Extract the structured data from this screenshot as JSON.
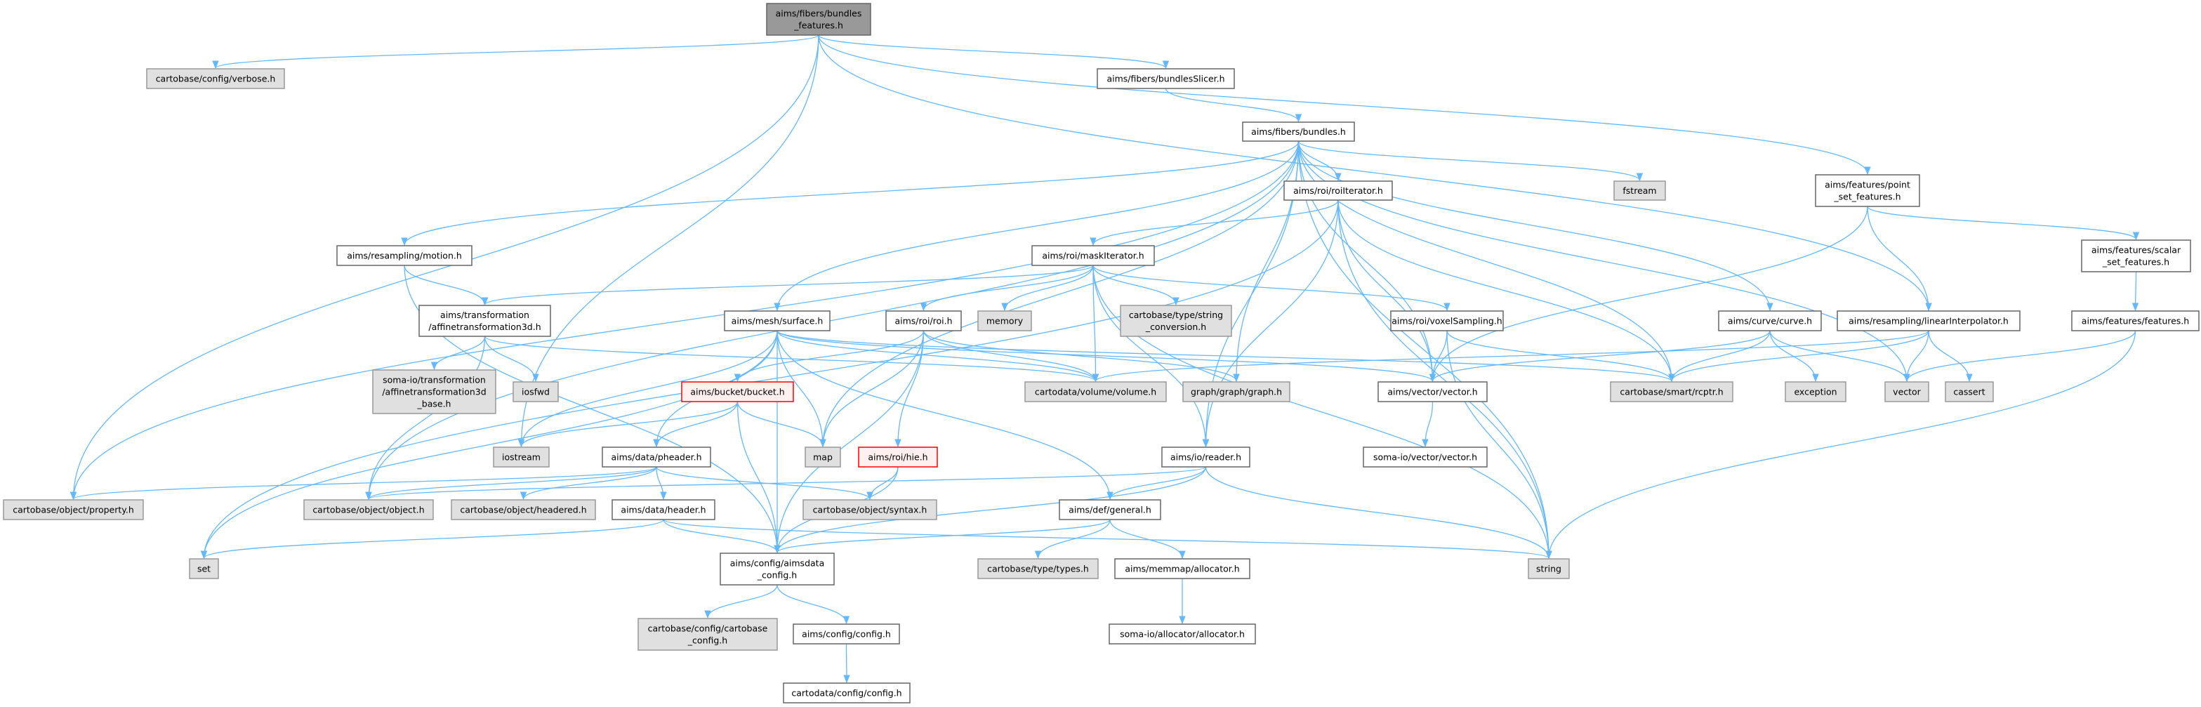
{
  "graph": {
    "type": "include-dependency-graph",
    "colors": {
      "edge": "#63b8ff",
      "root_fill": "#999999",
      "external_fill": "#e0e0e0",
      "normal_fill": "#ffffff",
      "red_border": "#ff0000",
      "red_fill": "#fff0f0"
    },
    "nodes": [
      {
        "id": "root",
        "kind": "root",
        "lines": [
          "aims/fibers/bundles",
          "_features.h"
        ]
      },
      {
        "id": "verbose",
        "kind": "external",
        "lines": [
          "cartobase/config/verbose.h"
        ]
      },
      {
        "id": "slicer",
        "kind": "normal",
        "lines": [
          "aims/fibers/bundlesSlicer.h"
        ]
      },
      {
        "id": "bundles",
        "kind": "normal",
        "lines": [
          "aims/fibers/bundles.h"
        ]
      },
      {
        "id": "roiIt",
        "kind": "normal",
        "lines": [
          "aims/roi/roiIterator.h"
        ]
      },
      {
        "id": "fstream",
        "kind": "external",
        "lines": [
          "fstream"
        ]
      },
      {
        "id": "pointset",
        "kind": "normal",
        "lines": [
          "aims/features/point",
          "_set_features.h"
        ]
      },
      {
        "id": "maskIt",
        "kind": "normal",
        "lines": [
          "aims/roi/maskIterator.h"
        ]
      },
      {
        "id": "motion",
        "kind": "normal",
        "lines": [
          "aims/resampling/motion.h"
        ]
      },
      {
        "id": "scalar",
        "kind": "normal",
        "lines": [
          "aims/features/scalar",
          "_set_features.h"
        ]
      },
      {
        "id": "affine",
        "kind": "normal",
        "lines": [
          "aims/transformation",
          "/affinetransformation3d.h"
        ]
      },
      {
        "id": "surface",
        "kind": "normal",
        "lines": [
          "aims/mesh/surface.h"
        ]
      },
      {
        "id": "roi",
        "kind": "normal",
        "lines": [
          "aims/roi/roi.h"
        ]
      },
      {
        "id": "memory",
        "kind": "external",
        "lines": [
          "memory"
        ]
      },
      {
        "id": "strconv",
        "kind": "external",
        "lines": [
          "cartobase/type/string",
          "_conversion.h"
        ]
      },
      {
        "id": "voxel",
        "kind": "normal",
        "lines": [
          "aims/roi/voxelSampling.h"
        ]
      },
      {
        "id": "curve",
        "kind": "normal",
        "lines": [
          "aims/curve/curve.h"
        ]
      },
      {
        "id": "linint",
        "kind": "normal",
        "lines": [
          "aims/resampling/linearInterpolator.h"
        ]
      },
      {
        "id": "features",
        "kind": "normal",
        "lines": [
          "aims/features/features.h"
        ]
      },
      {
        "id": "affbase",
        "kind": "external",
        "lines": [
          "soma-io/transformation",
          "/affinetransformation3d",
          "_base.h"
        ]
      },
      {
        "id": "iosfwd",
        "kind": "external",
        "lines": [
          "iosfwd"
        ]
      },
      {
        "id": "bucket",
        "kind": "red",
        "lines": [
          "aims/bucket/bucket.h"
        ]
      },
      {
        "id": "volume",
        "kind": "external",
        "lines": [
          "cartodata/volume/volume.h"
        ]
      },
      {
        "id": "graph",
        "kind": "external",
        "lines": [
          "graph/graph/graph.h"
        ]
      },
      {
        "id": "avector",
        "kind": "normal",
        "lines": [
          "aims/vector/vector.h"
        ]
      },
      {
        "id": "rcptr",
        "kind": "external",
        "lines": [
          "cartobase/smart/rcptr.h"
        ]
      },
      {
        "id": "exception",
        "kind": "external",
        "lines": [
          "exception"
        ]
      },
      {
        "id": "vector",
        "kind": "external",
        "lines": [
          "vector"
        ]
      },
      {
        "id": "cassert",
        "kind": "external",
        "lines": [
          "cassert"
        ]
      },
      {
        "id": "iostream",
        "kind": "external",
        "lines": [
          "iostream"
        ]
      },
      {
        "id": "pheader",
        "kind": "normal",
        "lines": [
          "aims/data/pheader.h"
        ]
      },
      {
        "id": "map",
        "kind": "external",
        "lines": [
          "map"
        ]
      },
      {
        "id": "hie",
        "kind": "red",
        "lines": [
          "aims/roi/hie.h"
        ]
      },
      {
        "id": "reader",
        "kind": "normal",
        "lines": [
          "aims/io/reader.h"
        ]
      },
      {
        "id": "svector",
        "kind": "normal",
        "lines": [
          "soma-io/vector/vector.h"
        ]
      },
      {
        "id": "property",
        "kind": "external",
        "lines": [
          "cartobase/object/property.h"
        ]
      },
      {
        "id": "object",
        "kind": "external",
        "lines": [
          "cartobase/object/object.h"
        ]
      },
      {
        "id": "headered",
        "kind": "external",
        "lines": [
          "cartobase/object/headered.h"
        ]
      },
      {
        "id": "header",
        "kind": "normal",
        "lines": [
          "aims/data/header.h"
        ]
      },
      {
        "id": "syntax",
        "kind": "external",
        "lines": [
          "cartobase/object/syntax.h"
        ]
      },
      {
        "id": "general",
        "kind": "normal",
        "lines": [
          "aims/def/general.h"
        ]
      },
      {
        "id": "set",
        "kind": "external",
        "lines": [
          "set"
        ]
      },
      {
        "id": "types",
        "kind": "external",
        "lines": [
          "cartobase/type/types.h"
        ]
      },
      {
        "id": "allocator",
        "kind": "normal",
        "lines": [
          "aims/memmap/allocator.h"
        ]
      },
      {
        "id": "string",
        "kind": "external",
        "lines": [
          "string"
        ]
      },
      {
        "id": "adconfig",
        "kind": "normal",
        "lines": [
          "aims/config/aimsdata",
          "_config.h"
        ]
      },
      {
        "id": "cbconfig",
        "kind": "external",
        "lines": [
          "cartobase/config/cartobase",
          "_config.h"
        ]
      },
      {
        "id": "config",
        "kind": "normal",
        "lines": [
          "aims/config/config.h"
        ]
      },
      {
        "id": "sallocator",
        "kind": "normal",
        "lines": [
          "soma-io/allocator/allocator.h"
        ]
      },
      {
        "id": "cdconfig",
        "kind": "normal",
        "lines": [
          "cartodata/config/config.h"
        ]
      }
    ],
    "edges": [
      [
        "root",
        "verbose"
      ],
      [
        "root",
        "property"
      ],
      [
        "root",
        "iostream"
      ],
      [
        "root",
        "slicer"
      ],
      [
        "root",
        "pointset"
      ],
      [
        "root",
        "linint"
      ],
      [
        "slicer",
        "bundles"
      ],
      [
        "bundles",
        "motion"
      ],
      [
        "bundles",
        "surface"
      ],
      [
        "bundles",
        "property"
      ],
      [
        "bundles",
        "object"
      ],
      [
        "bundles",
        "map"
      ],
      [
        "bundles",
        "roiIt"
      ],
      [
        "bundles",
        "graph"
      ],
      [
        "bundles",
        "avector"
      ],
      [
        "bundles",
        "rcptr"
      ],
      [
        "bundles",
        "fstream"
      ],
      [
        "bundles",
        "string"
      ],
      [
        "bundles",
        "curve"
      ],
      [
        "bundles",
        "vector"
      ],
      [
        "bundles",
        "reader"
      ],
      [
        "roiIt",
        "maskIt"
      ],
      [
        "roiIt",
        "set"
      ],
      [
        "roiIt",
        "reader"
      ],
      [
        "roiIt",
        "avector"
      ],
      [
        "roiIt",
        "string"
      ],
      [
        "roiIt",
        "rcptr"
      ],
      [
        "maskIt",
        "affine"
      ],
      [
        "maskIt",
        "roi"
      ],
      [
        "maskIt",
        "memory"
      ],
      [
        "maskIt",
        "strconv"
      ],
      [
        "maskIt",
        "volume"
      ],
      [
        "maskIt",
        "voxel"
      ],
      [
        "maskIt",
        "string"
      ],
      [
        "maskIt",
        "reader"
      ],
      [
        "motion",
        "affine"
      ],
      [
        "motion",
        "adconfig"
      ],
      [
        "affine",
        "affbase"
      ],
      [
        "affine",
        "iosfwd"
      ],
      [
        "affine",
        "volume"
      ],
      [
        "affine",
        "object"
      ],
      [
        "surface",
        "set"
      ],
      [
        "surface",
        "iostream"
      ],
      [
        "surface",
        "map"
      ],
      [
        "surface",
        "pheader"
      ],
      [
        "surface",
        "general"
      ],
      [
        "surface",
        "avector"
      ],
      [
        "surface",
        "rcptr"
      ],
      [
        "surface",
        "volume"
      ],
      [
        "surface",
        "adconfig"
      ],
      [
        "roi",
        "bucket"
      ],
      [
        "roi",
        "map"
      ],
      [
        "roi",
        "hie"
      ],
      [
        "roi",
        "volume"
      ],
      [
        "roi",
        "adconfig"
      ],
      [
        "roi",
        "graph"
      ],
      [
        "voxel",
        "avector"
      ],
      [
        "voxel",
        "rcptr"
      ],
      [
        "voxel",
        "string"
      ],
      [
        "bucket",
        "iostream"
      ],
      [
        "bucket",
        "map"
      ],
      [
        "bucket",
        "pheader"
      ],
      [
        "bucket",
        "adconfig"
      ],
      [
        "pheader",
        "property"
      ],
      [
        "pheader",
        "object"
      ],
      [
        "pheader",
        "headered"
      ],
      [
        "pheader",
        "header"
      ],
      [
        "pheader",
        "syntax"
      ],
      [
        "header",
        "set"
      ],
      [
        "header",
        "adconfig"
      ],
      [
        "header",
        "string"
      ],
      [
        "hie",
        "syntax"
      ],
      [
        "hie",
        "adconfig"
      ],
      [
        "reader",
        "object"
      ],
      [
        "reader",
        "general"
      ],
      [
        "reader",
        "adconfig"
      ],
      [
        "reader",
        "string"
      ],
      [
        "general",
        "adconfig"
      ],
      [
        "general",
        "types"
      ],
      [
        "general",
        "allocator"
      ],
      [
        "allocator",
        "sallocator"
      ],
      [
        "adconfig",
        "cbconfig"
      ],
      [
        "adconfig",
        "config"
      ],
      [
        "config",
        "cdconfig"
      ],
      [
        "avector",
        "svector"
      ],
      [
        "pointset",
        "avector"
      ],
      [
        "pointset",
        "linint"
      ],
      [
        "pointset",
        "scalar"
      ],
      [
        "scalar",
        "features"
      ],
      [
        "features",
        "vector"
      ],
      [
        "features",
        "string"
      ],
      [
        "curve",
        "avector"
      ],
      [
        "curve",
        "rcptr"
      ],
      [
        "curve",
        "exception"
      ],
      [
        "curve",
        "vector"
      ],
      [
        "linint",
        "volume"
      ],
      [
        "linint",
        "rcptr"
      ],
      [
        "linint",
        "vector"
      ],
      [
        "linint",
        "cassert"
      ]
    ]
  }
}
